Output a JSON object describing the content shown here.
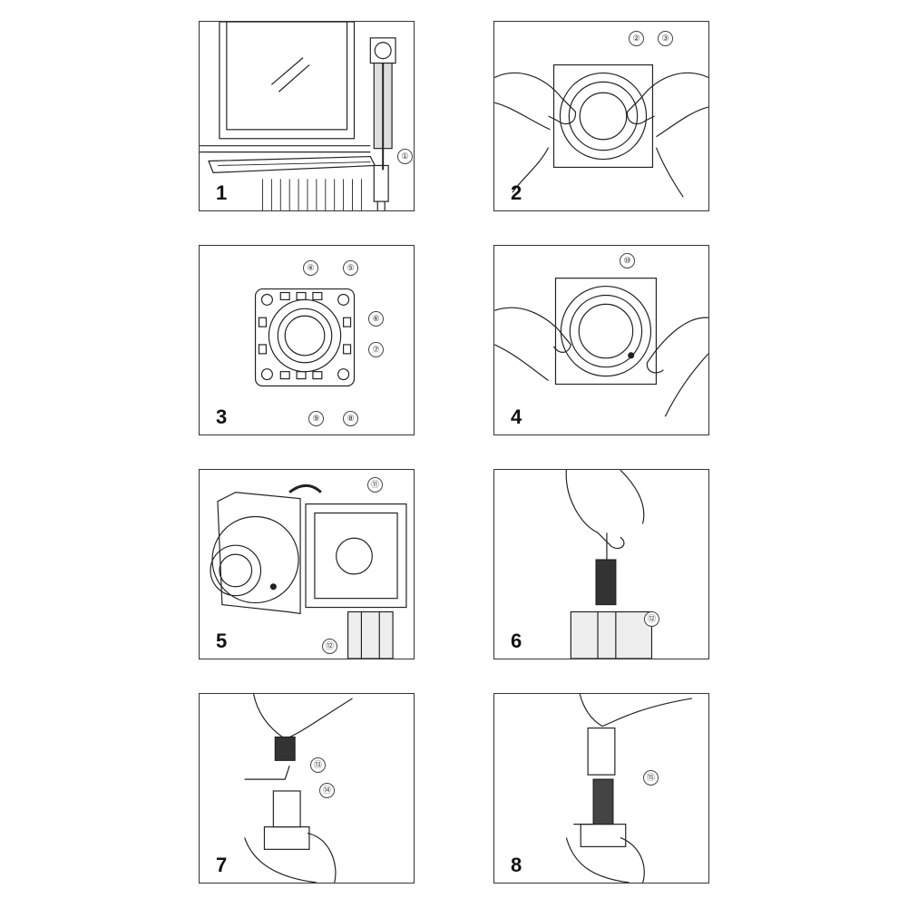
{
  "steps": [
    "1",
    "2",
    "3",
    "4",
    "5",
    "6",
    "7",
    "8"
  ],
  "callouts": [
    "①",
    "②",
    "③",
    "④",
    "⑤",
    "⑥",
    "⑦",
    "⑧",
    "⑨",
    "⑩",
    "⑪",
    "⑫",
    "⑫",
    "⑬",
    "⑭",
    "⑮"
  ]
}
